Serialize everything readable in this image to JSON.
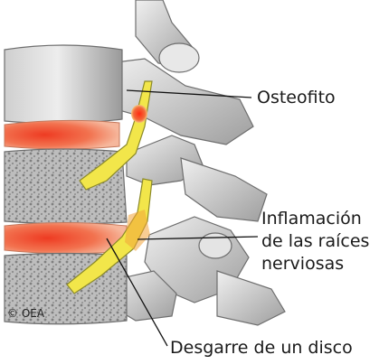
{
  "labels": {
    "osteofito": "Osteofito",
    "inflamacion_line1": "Inflamación",
    "inflamacion_line2": "de las raíces",
    "inflamacion_line3": "nerviosas",
    "desgarre": "Desgarre de un disco",
    "copyright": "© OEA"
  },
  "colors": {
    "bone": "#e4e4e4",
    "bone_shadow": "#a9a9a9",
    "disc": "#f07a5a",
    "disc_core": "#ee3b22",
    "nerve": "#f2e64a",
    "nerve_outline": "#8c8a2a",
    "osteophyte": "#f23a1e"
  }
}
